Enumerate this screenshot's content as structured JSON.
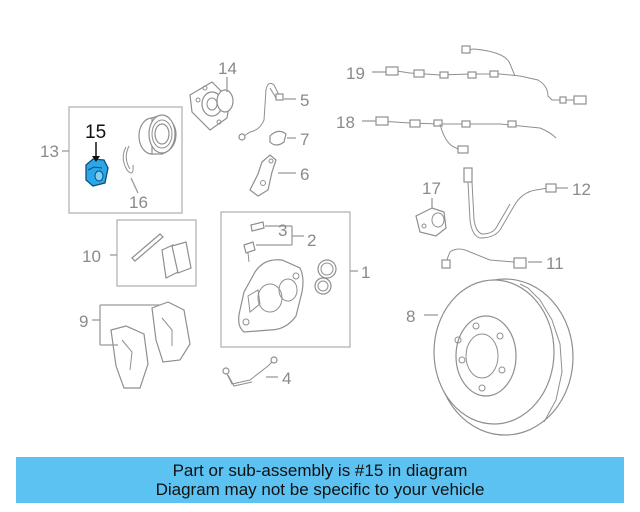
{
  "callouts": {
    "c1": "1",
    "c2": "2",
    "c3": "3",
    "c4": "4",
    "c5": "5",
    "c6": "6",
    "c7": "7",
    "c8": "8",
    "c9": "9",
    "c10": "10",
    "c11": "11",
    "c12": "12",
    "c13": "13",
    "c14": "14",
    "c15": "15",
    "c16": "16",
    "c17": "17",
    "c18": "18",
    "c19": "19"
  },
  "highlight": {
    "part": "15",
    "color": "#2aa7e8"
  },
  "caption": {
    "line1": "Part or sub-assembly is #15 in diagram",
    "line2": "Diagram may not be specific to your vehicle",
    "background": "#5bc2f2"
  }
}
